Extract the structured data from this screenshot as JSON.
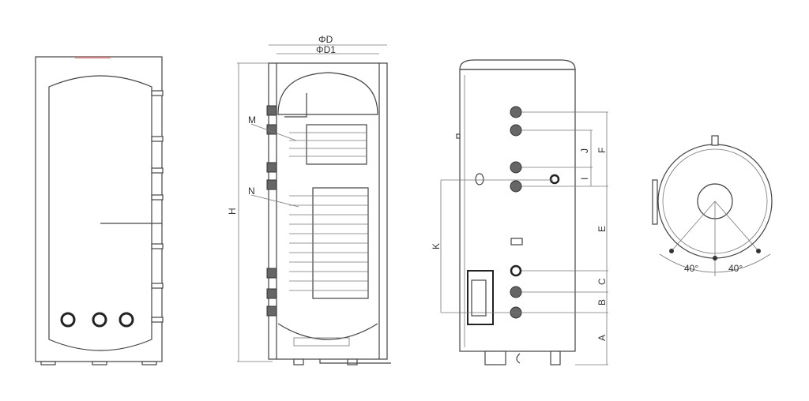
{
  "views": {
    "front": {
      "title": "front-exterior-view"
    },
    "section": {
      "dim_outer_diameter": "ΦD",
      "dim_inner_diameter": "ΦD1",
      "dim_height": "H",
      "coil_upper": "M",
      "coil_lower": "N"
    },
    "side": {
      "dim_k": "K",
      "dim_j": "J",
      "dim_f": "F",
      "dim_i": "I",
      "dim_e": "E",
      "dim_c": "C",
      "dim_b": "B",
      "dim_a": "A"
    },
    "top": {
      "angle_left": "40°",
      "angle_right": "40°"
    }
  },
  "colors": {
    "line": "#444444",
    "top_accent": "#d98080"
  }
}
